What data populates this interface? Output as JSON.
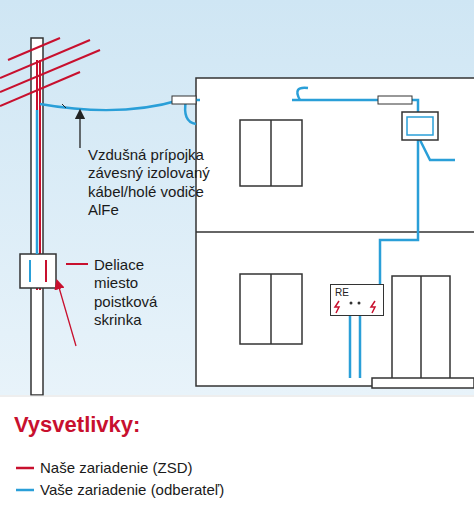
{
  "diagram": {
    "nodes": [
      {
        "text": [
          "RE"
        ]
      }
    ],
    "labels": [
      "Vzdušná prípojka závesný izolovaný kábel/holé vodiče AlFe",
      "Deliace miesto poistková skrinka",
      "Vysvetlivky:"
    ],
    "legend": [
      {
        "text": "Naše zariadenie (ZSD)"
      },
      {
        "text": "Vaše zariadenie (odberateľ)"
      }
    ]
  }
}
